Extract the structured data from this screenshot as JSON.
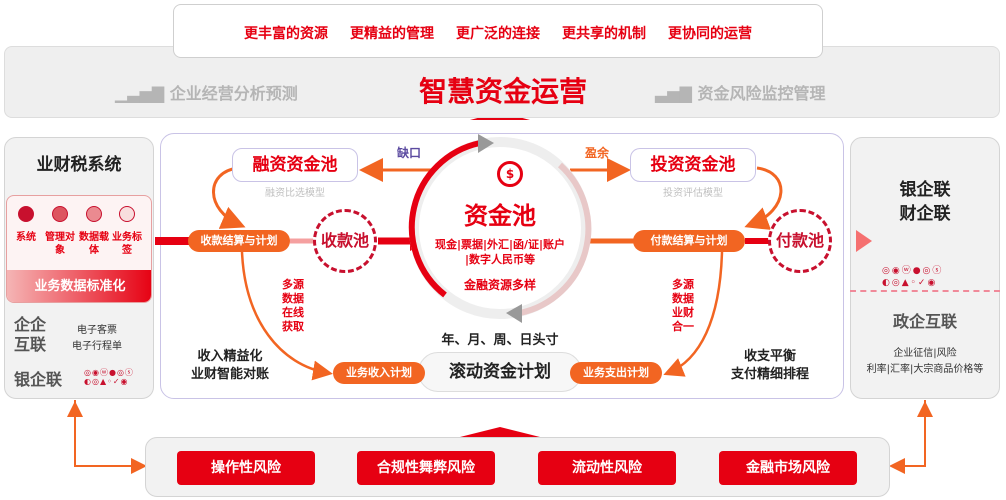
{
  "top_goals": [
    "更丰富的资源",
    "更精益的管理",
    "更广泛的连接",
    "更共享的机制",
    "更协同的运营"
  ],
  "main_title": "智慧资金运营",
  "left_feature": "企业经营分析预测",
  "right_feature": "资金风险监控管理",
  "left_panel": {
    "title": "业财税系统",
    "items": [
      {
        "label": "系统"
      },
      {
        "label": "管理对象"
      },
      {
        "label": "数据载体"
      },
      {
        "label": "业务标签"
      }
    ],
    "standardize": "业务数据标准化",
    "enterprise_link": "企企互联",
    "e_docs": [
      "电子客票",
      "电子行程单"
    ],
    "bank_link": "银企联"
  },
  "center": {
    "financing_pool": "融资资金池",
    "financing_model": "融资比选模型",
    "investment_pool": "投资资金池",
    "investment_model": "投资评估模型",
    "gap": "缺口",
    "surplus": "盈余",
    "fund_pool": "资金池",
    "fund_items_1": "现金|票据|外汇|函/证|账户",
    "fund_items_2": "|数字人民币等",
    "fund_tagline": "金融资源多样",
    "collect_settle": "收款结算与计划",
    "collect_pool": "收款池",
    "pay_settle": "付款结算与计划",
    "pay_pool": "付款池",
    "left_vertical": [
      "多源",
      "数据",
      "在线",
      "获取"
    ],
    "right_vertical": [
      "多源",
      "数据",
      "业财",
      "合一"
    ],
    "left_note": [
      "收入精益化",
      "业财智能对账"
    ],
    "right_note": [
      "收支平衡",
      "支付精细排程"
    ],
    "positions": "年、月、周、日头寸",
    "rolling_plan": "滚动资金计划",
    "income_plan": "业务收入计划",
    "expense_plan": "业务支出计划"
  },
  "right_panel": {
    "title_1": "银企联",
    "title_2": "财企联",
    "gov_link": "政企互联",
    "info_1": "企业征信|风险",
    "info_2": "利率|汇率|大宗商品价格等"
  },
  "risks": [
    "操作性风险",
    "合规性舞弊风险",
    "流动性风险",
    "金融市场风险"
  ],
  "colors": {
    "primary": "#e60012",
    "orange": "#f26522",
    "panel": "#f2f2f2"
  }
}
